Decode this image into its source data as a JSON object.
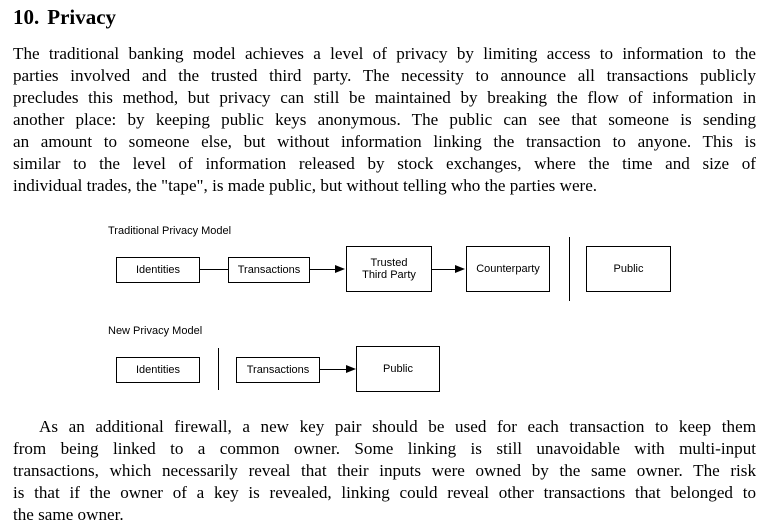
{
  "section": {
    "number": "10.",
    "title": "Privacy"
  },
  "paragraph1": [
    "The traditional banking model achieves a level of privacy by limiting access to information to the",
    "parties involved and the trusted third party.  The necessity to announce all transactions publicly",
    "precludes this method, but privacy can still be maintained by breaking the flow of information in",
    "another place: by keeping public keys anonymous.  The public can see that someone is sending",
    "an amount to someone else, but without information linking the transaction to anyone.  This is",
    "similar to the level of information released by stock exchanges, where the time and size of",
    "individual trades, the \"tape\", is made public, but without telling who the parties were."
  ],
  "diagram": {
    "traditional": {
      "label": "Traditional Privacy Model",
      "boxes": {
        "identities": "Identities",
        "transactions": "Transactions",
        "trusted_line1": "Trusted",
        "trusted_line2": "Third Party",
        "counterparty": "Counterparty",
        "public": "Public"
      }
    },
    "new": {
      "label": "New Privacy Model",
      "boxes": {
        "identities": "Identities",
        "transactions": "Transactions",
        "public": "Public"
      }
    }
  },
  "paragraph2": [
    "As an additional firewall, a new key pair should be used for each transaction to keep them",
    "from being linked to a common owner.  Some linking is still unavoidable with multi-input",
    "transactions, which necessarily reveal that their inputs were owned by the same owner.  The risk",
    "is that if the owner of a key is revealed, linking could reveal other transactions that belonged to",
    "the same owner."
  ]
}
